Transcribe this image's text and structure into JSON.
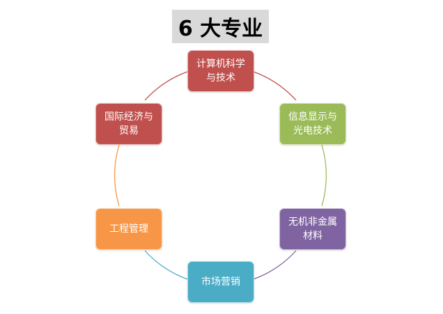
{
  "title": "6 大专业",
  "nodes": [
    {
      "label": "计算机科学\n与技术",
      "color": "#c0504d"
    },
    {
      "label": "信息显示与\n光电技术",
      "color": "#9bbb59"
    },
    {
      "label": "无机非金属\n材料",
      "color": "#8064a2"
    },
    {
      "label": "市场营销",
      "color": "#4bacc6"
    },
    {
      "label": "工程管理",
      "color": "#f79646"
    },
    {
      "label": "国际经济与\n贸易",
      "color": "#c0504d"
    }
  ]
}
